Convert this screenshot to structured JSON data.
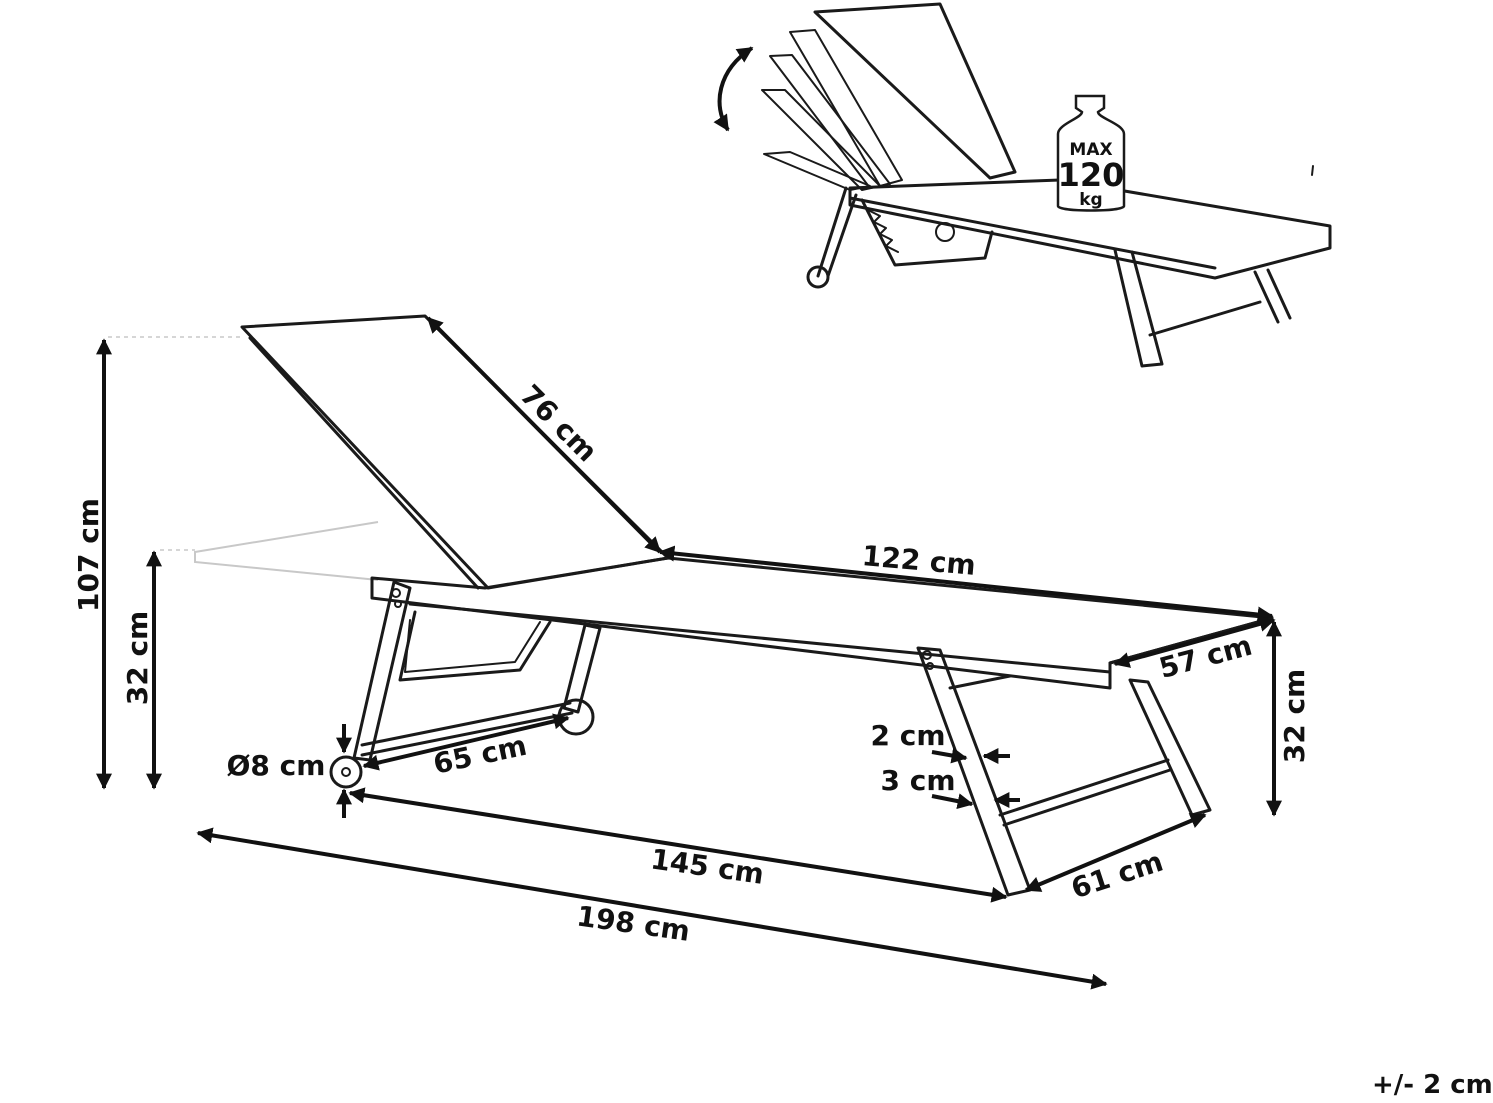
{
  "dimensions": {
    "total_height": "107 cm",
    "seat_height_left": "32 cm",
    "seat_height_right": "32 cm",
    "backrest_length": "76 cm",
    "seat_length": "122 cm",
    "width_top": "57 cm",
    "width_bottom": "61 cm",
    "wheel_diameter": "Ø8 cm",
    "wheel_axle_width": "65 cm",
    "wheelbase_length": "145 cm",
    "total_length": "198 cm",
    "frame_thickness_a": "2 cm",
    "frame_thickness_b": "3 cm"
  },
  "weight_badge": {
    "line1": "MAX",
    "line2": "120",
    "line3": "kg"
  },
  "tolerance": "+/- 2 cm"
}
